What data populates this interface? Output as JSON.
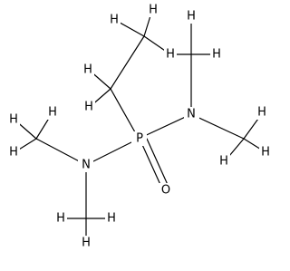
{
  "molecule": {
    "atoms": {
      "P": "P",
      "O": "O",
      "N1": "N",
      "N2": "N",
      "H": "H"
    }
  }
}
